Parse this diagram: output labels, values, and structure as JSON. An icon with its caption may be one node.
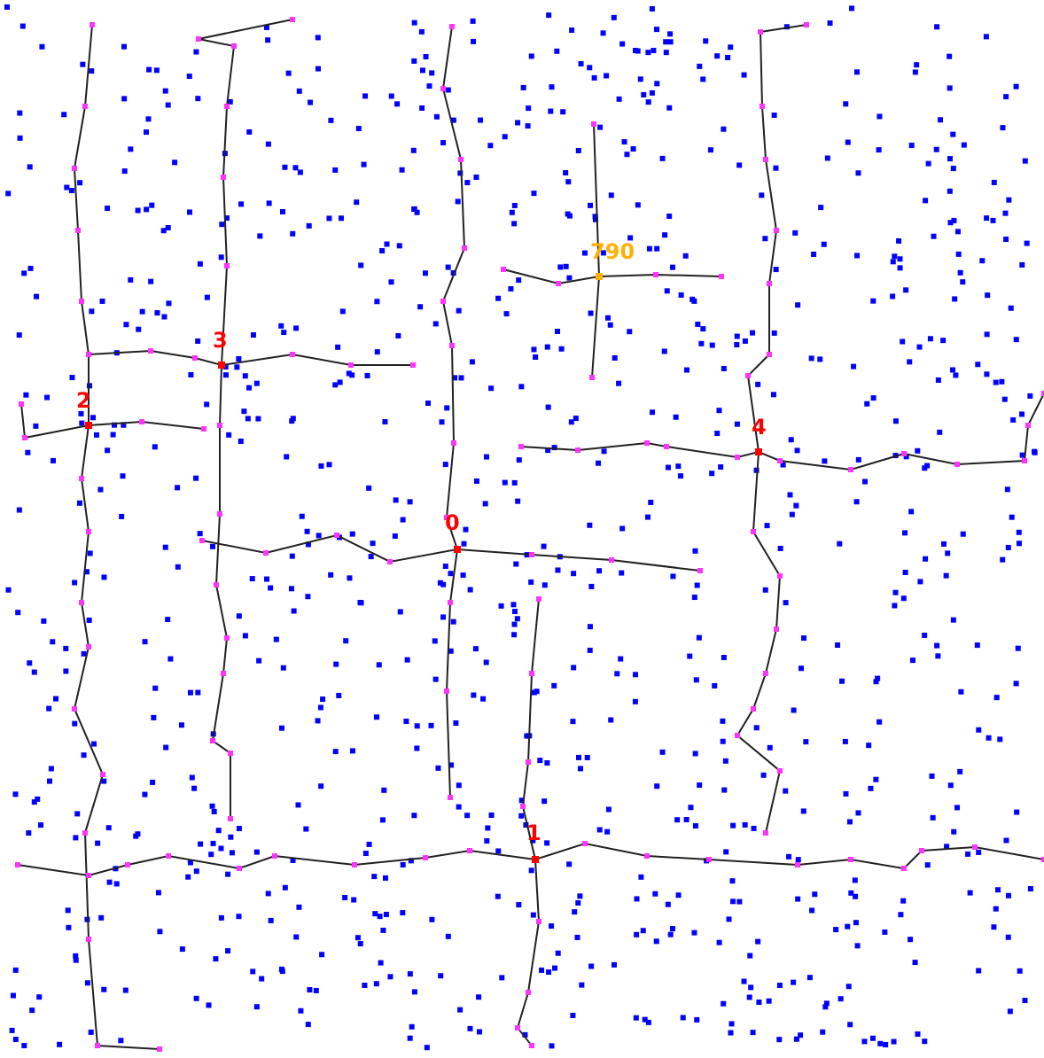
{
  "diagram": {
    "labels": [
      "790",
      "3",
      "2",
      "4",
      "0",
      "1"
    ]
  }
}
